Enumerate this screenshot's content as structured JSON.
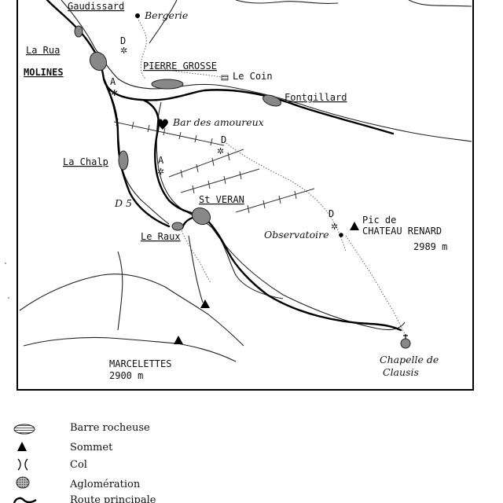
{
  "places": {
    "gaudissard": "Gaudissard",
    "bergerie": "Bergerie",
    "la_rua": "La Rua",
    "molines": "MOLINES",
    "pierre_grosse": "PIERRE GROSSE",
    "le_coin": "Le Coin",
    "fontgillard": "Fontgillard",
    "bar_amoureux": "Bar des amoureux",
    "la_chalp": "La Chalp",
    "st_veran": "St VERAN",
    "d5": "D 5",
    "le_raux": "Le Raux",
    "observatoire": "Observatoire",
    "pic_line1": "Pic de",
    "pic_line2": "CHATEAU RENARD",
    "pic_alt": "2989 m",
    "marcelettes": "MARCELETTES",
    "marcelettes_alt": "2900 m",
    "chapelle_line1": "Chapelle de",
    "chapelle_line2": "Clausis"
  },
  "markers": {
    "a": "A",
    "d": "D"
  },
  "legend": {
    "items": [
      {
        "label": "Barre rocheuse",
        "icon": "rock-bar-icon"
      },
      {
        "label": "Sommet",
        "icon": "summit-triangle-icon"
      },
      {
        "label": "Col",
        "icon": "col-icon"
      },
      {
        "label": "Aglomération",
        "icon": "agglomeration-icon"
      },
      {
        "label": "Route principale",
        "icon": "main-road-icon"
      }
    ]
  }
}
